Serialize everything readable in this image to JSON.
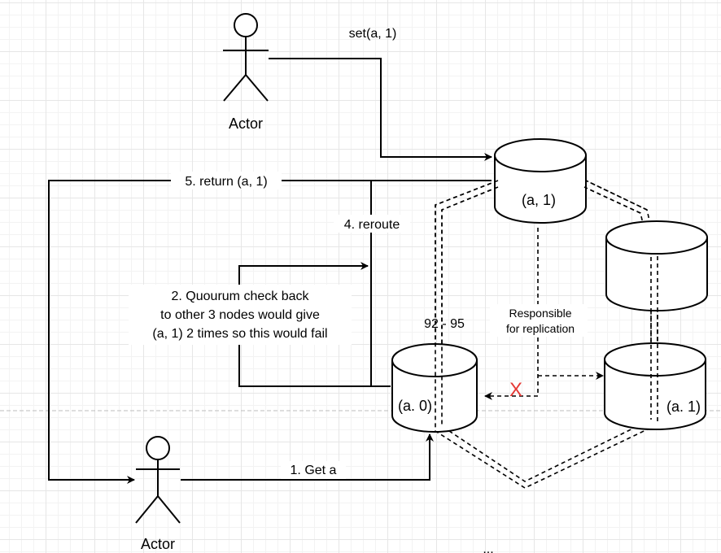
{
  "actor_top": {
    "label": "Actor"
  },
  "actor_bottom": {
    "label": "Actor"
  },
  "edges": {
    "set": "set(a, 1)",
    "return": "5. return (a, 1)",
    "reroute": "4. reroute",
    "get": "1. Get a"
  },
  "quorum_note": {
    "line1": "2. Quourum check back",
    "line2": "to other 3 nodes would give",
    "line3": "(a, 1) 2 times so this would fail"
  },
  "range_label": "92 - 95",
  "replication_note": {
    "line1": "Responsible",
    "line2": "for replication"
  },
  "failure_mark": "X",
  "ellipsis": "...",
  "nodes": {
    "top": {
      "label": "(a, 1)"
    },
    "middle_right": {
      "label": ""
    },
    "left": {
      "label": "(a. 0)"
    },
    "bottom_right": {
      "label": "(a. 1)"
    }
  },
  "colors": {
    "failure_mark": "#e53935",
    "stroke": "#000000",
    "canvas_grid": "#e6e6e6"
  }
}
